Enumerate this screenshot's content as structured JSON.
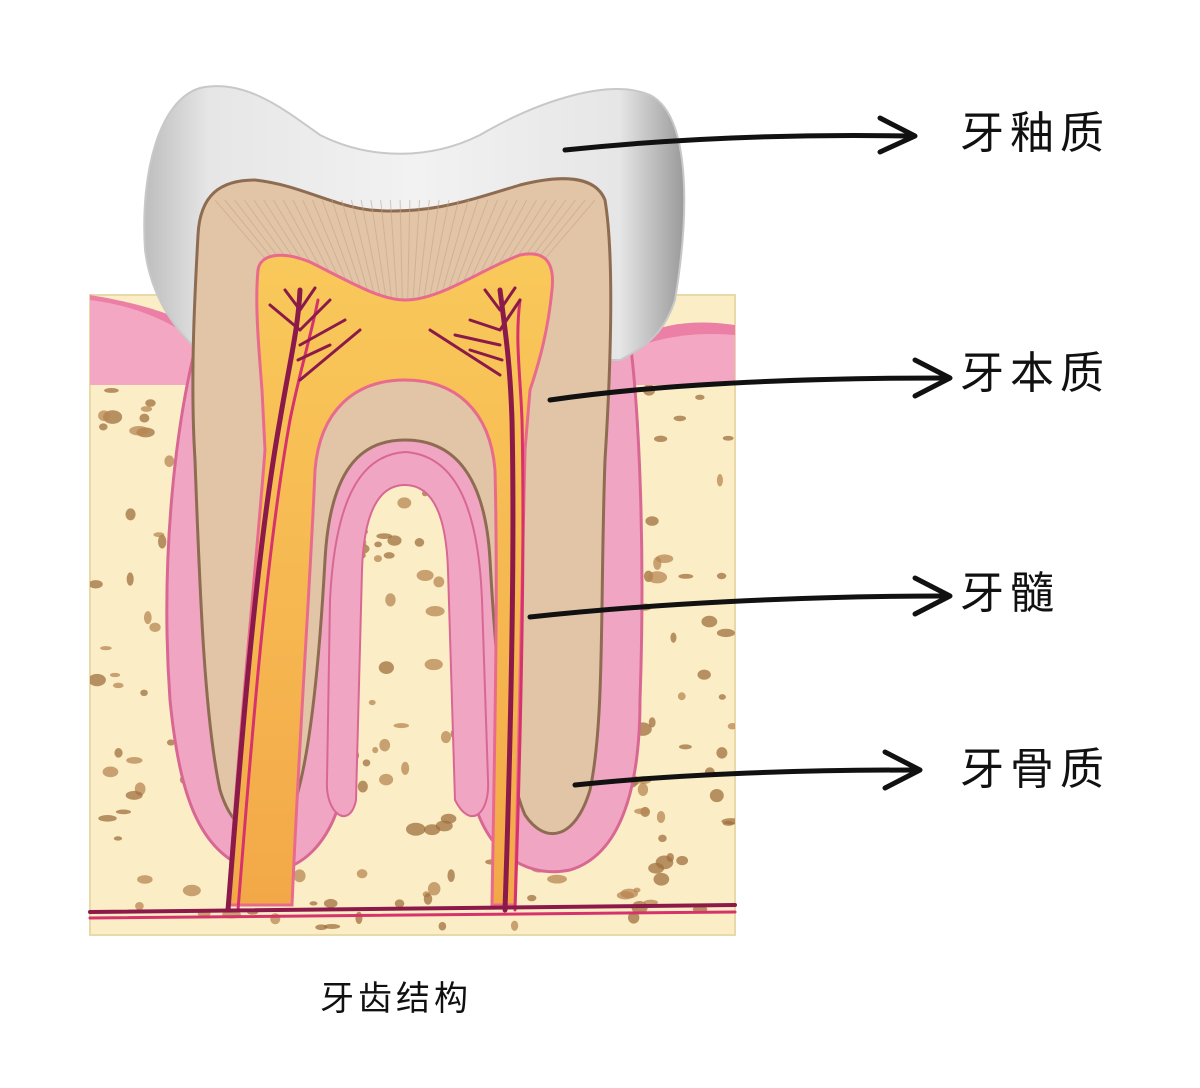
{
  "labels": {
    "enamel": "牙釉质",
    "dentin": "牙本质",
    "pulp": "牙髓",
    "cementum": "牙骨质"
  },
  "caption": "牙齿结构",
  "colors": {
    "enamel": "#ececec",
    "dentin": "#e2c4a6",
    "pulp": "#f7be50",
    "gum": "#f0a6c2",
    "bone": "#fbeec6",
    "bone_pores": "#b88652",
    "vessel": "#8b1a4a",
    "arrow": "#111111"
  }
}
